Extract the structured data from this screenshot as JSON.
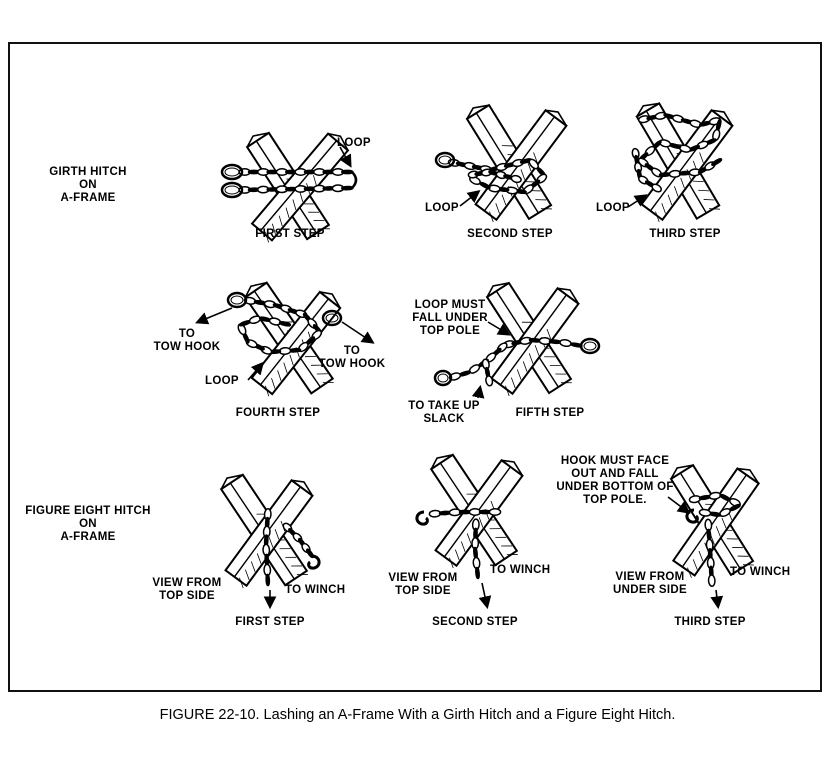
{
  "girth_hitch": {
    "section_title": "GIRTH HITCH\nON\nA-FRAME",
    "step1": {
      "step": "FIRST STEP",
      "loop": "LOOP"
    },
    "step2": {
      "step": "SECOND STEP",
      "loop": "LOOP"
    },
    "step3": {
      "step": "THIRD STEP",
      "loop": "LOOP"
    },
    "step4": {
      "step": "FOURTH STEP",
      "to_tow_hook_left": "TO\nTOW HOOK",
      "to_tow_hook_right": "TO\nTOW HOOK",
      "loop": "LOOP"
    },
    "step5": {
      "step": "FIFTH STEP",
      "loop_note": "LOOP MUST\nFALL UNDER\nTOP POLE",
      "take_up": "TO TAKE UP\nSLACK"
    }
  },
  "figure_eight_hitch": {
    "section_title": "FIGURE EIGHT HITCH\nON\nA-FRAME",
    "step1": {
      "step": "FIRST STEP",
      "view": "VIEW FROM\nTOP SIDE",
      "winch": "TO WINCH"
    },
    "step2": {
      "step": "SECOND STEP",
      "view": "VIEW FROM\nTOP SIDE",
      "winch": "TO WINCH"
    },
    "step3": {
      "step": "THIRD STEP",
      "view": "VIEW FROM\nUNDER SIDE",
      "winch": "TO WINCH",
      "hook_note": "HOOK MUST FACE\nOUT AND FALL\nUNDER BOTTOM OF\nTOP POLE."
    }
  },
  "caption": "FIGURE 22-10.  Lashing an A-Frame With a Girth Hitch and a Figure Eight Hitch."
}
